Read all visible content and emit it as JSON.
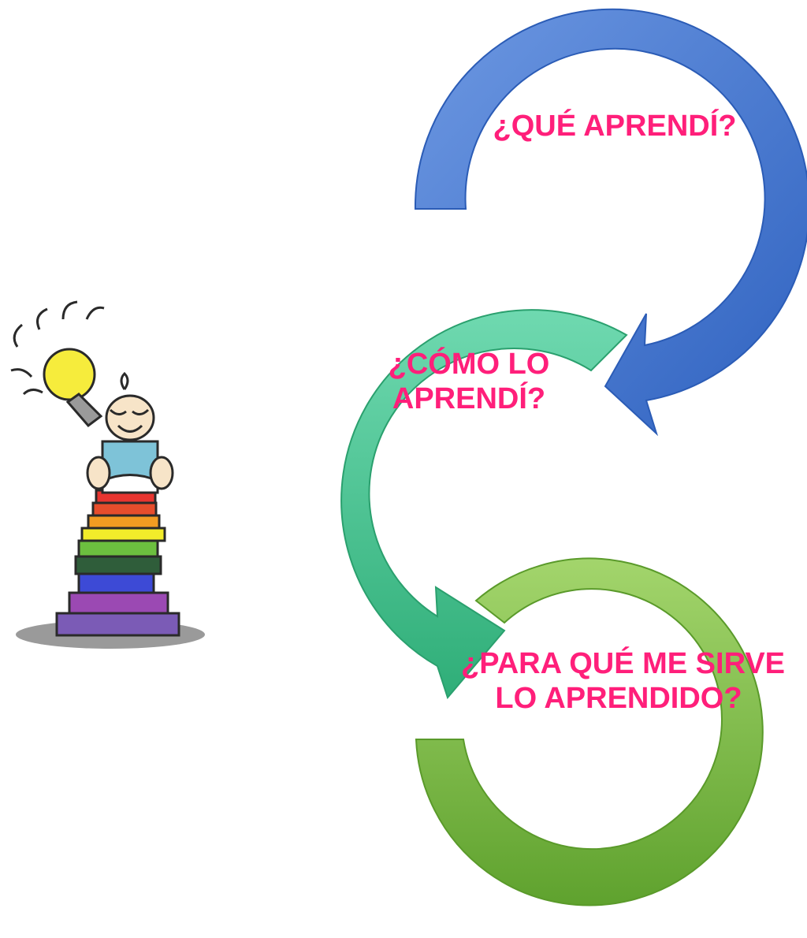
{
  "diagram": {
    "steps": [
      {
        "lines": [
          "¿QUÉ APRENDÍ?"
        ]
      },
      {
        "lines": [
          "¿CÓMO LO",
          "APRENDÍ?"
        ]
      },
      {
        "lines": [
          "¿PARA QUÉ ME SIRVE",
          "LO APRENDIDO?"
        ]
      }
    ]
  },
  "colors": {
    "label_text": "#ff1f7a",
    "arrow_1": "#3f74d0",
    "arrow_1_light": "#6d98e2",
    "arrow_2": "#3cc08a",
    "arrow_2_light": "#6fd9b0",
    "arrow_3": "#78b842",
    "arrow_3_light": "#a3d56c"
  },
  "illustration": {
    "subject": "child-reading-on-book-stack",
    "icon": "lightbulb-icon"
  }
}
